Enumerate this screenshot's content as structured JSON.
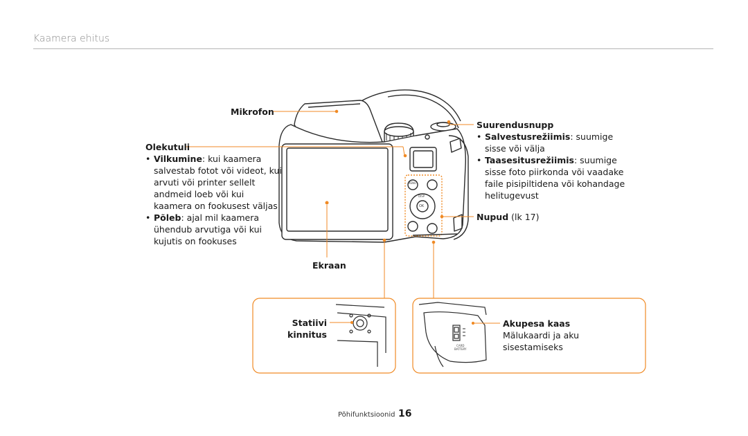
{
  "section": {
    "title": "Kaamera ehitus"
  },
  "labels": {
    "mikrofon": "Mikrofon",
    "olekutuli": {
      "title": "Olekutuli",
      "items": [
        {
          "term": "Vilkumine",
          "text": ": kui kaamera salvestab fotot või videot, kui arvuti või printer sellelt andmeid loeb või kui kaamera on fookusest väljas"
        },
        {
          "term": "Põleb",
          "text": ": ajal mil kaamera ühendub arvutiga või kui kujutis on fookuses"
        }
      ]
    },
    "ekraan": "Ekraan",
    "suurendusnupp": {
      "title": "Suurendusnupp",
      "items": [
        {
          "term": "Salvestusrežiimis",
          "text": ": suumige sisse või välja"
        },
        {
          "term": "Taasesitusrežiimis",
          "text": ": suumige sisse foto piirkonda või vaadake faile pisipiltidena või kohandage helitugevust"
        }
      ]
    },
    "nupud": {
      "term": "Nupud",
      "ref": " (lk 17)"
    },
    "statiivi": {
      "line1": "Statiivi",
      "line2": "kinnitus"
    },
    "akupesa": {
      "title": "Akupesa kaas",
      "desc": "Mälukaardi ja aku sisestamiseks"
    }
  },
  "camera_markings": {
    "menu": "MENU",
    "disp": "DISP",
    "ok": "OK",
    "card_battery": [
      "CARD",
      "BATTERY"
    ]
  },
  "footer": {
    "text": "Põhifunktsioonid",
    "page": "16"
  },
  "colors": {
    "accent": "#f08a24",
    "rule": "#b5b5b5",
    "title": "#8a8a8a"
  }
}
